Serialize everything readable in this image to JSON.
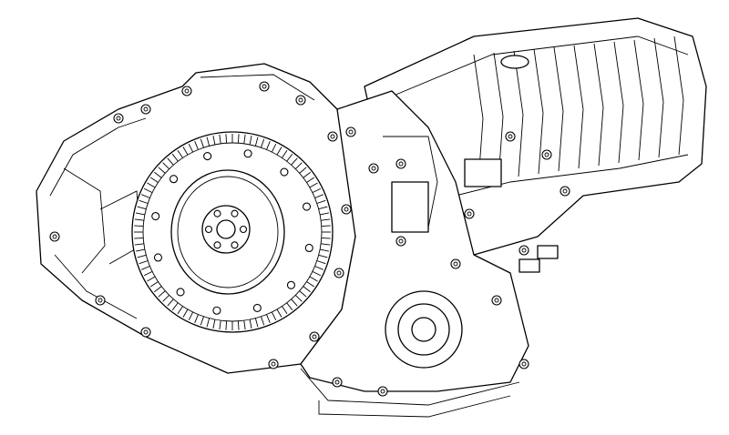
{
  "drawing": {
    "subject": "transmission",
    "line_color": "#000000",
    "background_color": "#ffffff",
    "flywheel": {
      "tooth_count": 96,
      "outer_bolt_count": 12,
      "hub_bolt_count": 6
    },
    "rear_case_rib_count": 11
  }
}
